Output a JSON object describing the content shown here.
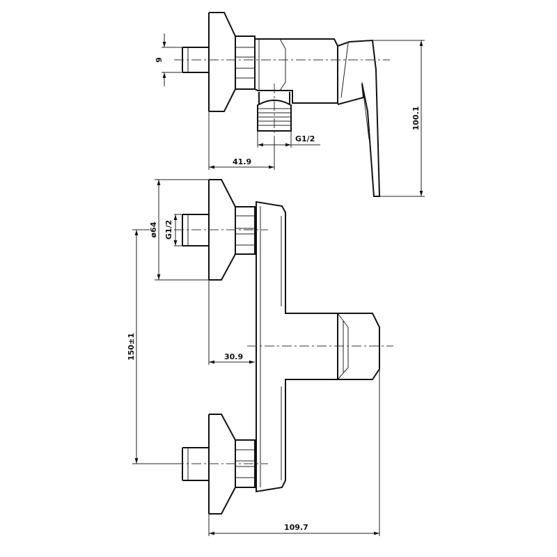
{
  "drawing": {
    "title": "Shower mixer technical drawing",
    "dimensions": {
      "stub_diameter": "9",
      "overall_height_side": "100.1",
      "outlet_thread": "G1/2",
      "outlet_offset": "41.9",
      "flange_diameter": "ø64",
      "inlet_thread": "G1/2",
      "inlet_spacing": "150±1",
      "body_offset": "30.9",
      "overall_depth": "109.7"
    }
  }
}
